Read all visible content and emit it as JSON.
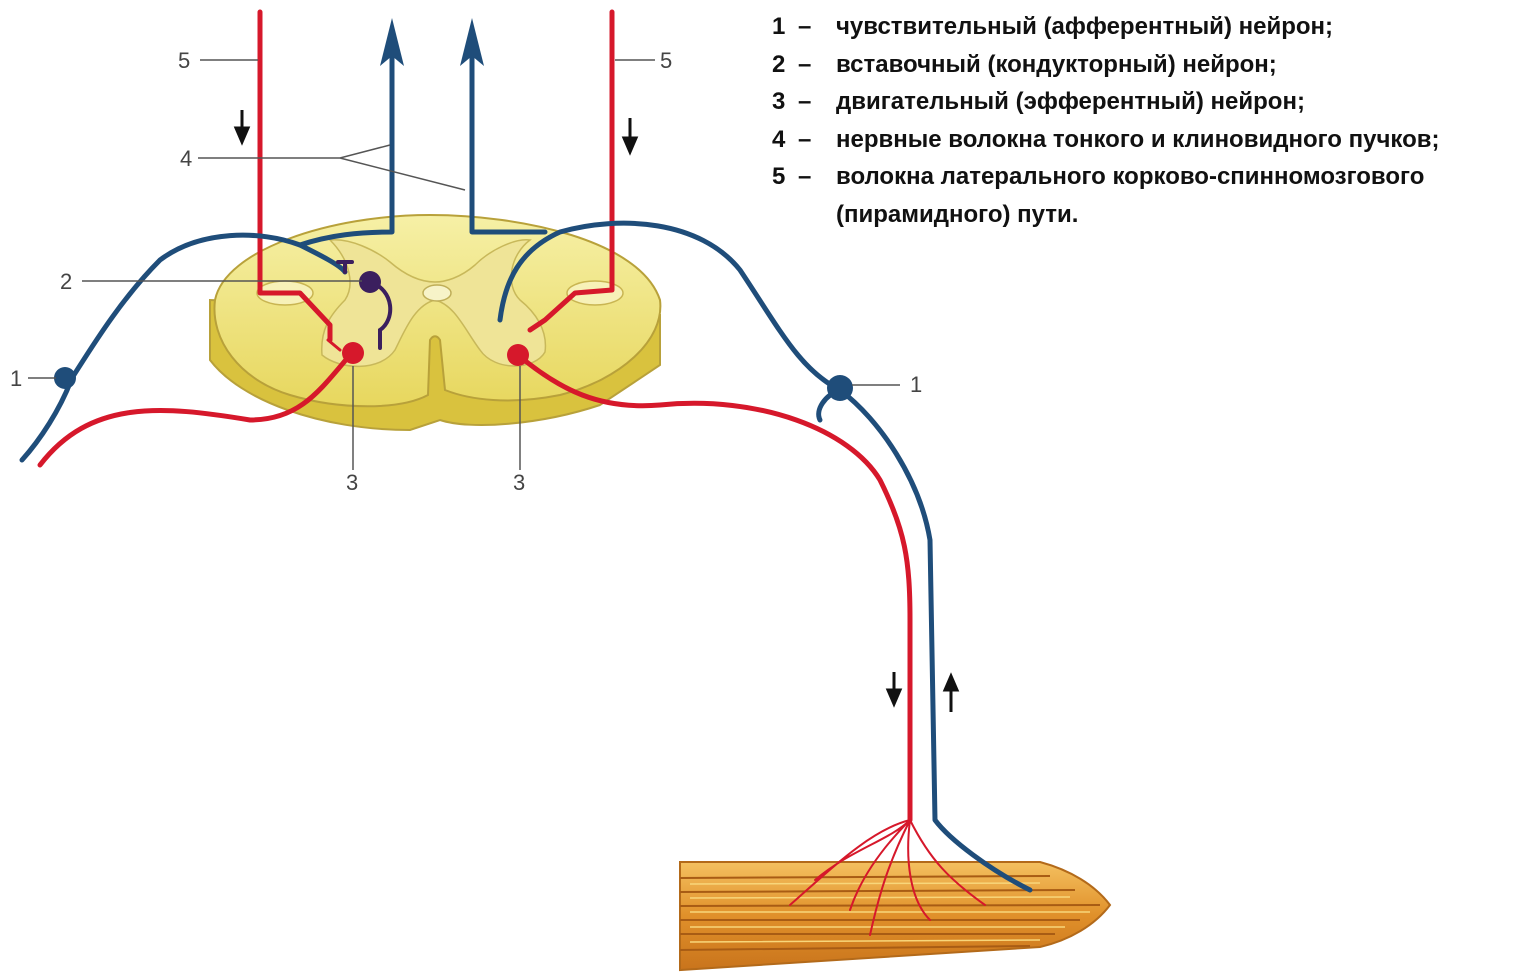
{
  "legend": {
    "items": [
      {
        "num": "1",
        "dash": "–",
        "text": "чувствительный (афферентный) нейрон;"
      },
      {
        "num": "2",
        "dash": "–",
        "text": "вставочный (кондукторный) нейрон;"
      },
      {
        "num": "3",
        "dash": "–",
        "text": "двигательный (эфферентный) нейрон;"
      },
      {
        "num": "4",
        "dash": "–",
        "text": "нервные волокна тонкого и клиновидного пучков;"
      },
      {
        "num": "5",
        "dash": "–",
        "text": "волокна латерального корково-спинномозгового"
      }
    ],
    "continuation": "(пирамидного) пути."
  },
  "callouts": {
    "l1_left": "1",
    "l1_right": "1",
    "l2": "2",
    "l3_left": "3",
    "l3_right": "3",
    "l4": "4",
    "l5_left": "5",
    "l5_right": "5"
  },
  "colors": {
    "afferent_blue": "#1f4d7a",
    "efferent_red": "#d6182b",
    "interneuron_purple": "#3b1f5e",
    "cord_yellow": "#f1e88a",
    "gray_matter": "#e3d98a",
    "muscle_orange": "#e8a13a"
  }
}
